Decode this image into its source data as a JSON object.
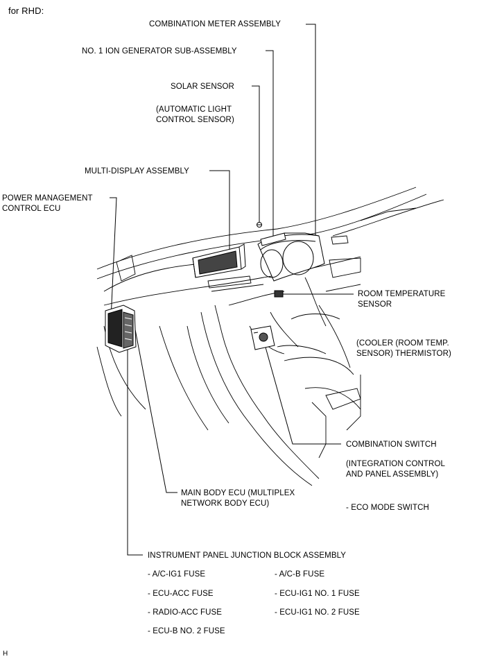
{
  "header": "for RHD:",
  "footer_code": "H",
  "labels": {
    "combination_meter": "COMBINATION METER ASSEMBLY",
    "ion_generator": "NO. 1 ION GENERATOR SUB-ASSEMBLY",
    "solar_sensor": "SOLAR SENSOR",
    "solar_note": [
      "(AUTOMATIC LIGHT",
      "CONTROL SENSOR)"
    ],
    "multi_display": "MULTI-DISPLAY ASSEMBLY",
    "power_mgmt": [
      "POWER MANAGEMENT",
      "CONTROL ECU"
    ],
    "room_temp": [
      "ROOM TEMPERATURE",
      "SENSOR"
    ],
    "cooler_note": [
      "(COOLER (ROOM TEMP.",
      "SENSOR) THERMISTOR)"
    ],
    "combination_switch": "COMBINATION SWITCH",
    "combination_switch_note": [
      "(INTEGRATION CONTROL",
      "AND PANEL ASSEMBLY)"
    ],
    "eco_mode": "- ECO MODE SWITCH",
    "main_body_ecu": [
      "MAIN BODY ECU (MULTIPLEX",
      "NETWORK BODY ECU)"
    ],
    "junction_block": "INSTRUMENT PANEL JUNCTION BLOCK ASSEMBLY",
    "fuses_left": [
      "- A/C-IG1 FUSE",
      "- ECU-ACC FUSE",
      "- RADIO-ACC FUSE",
      "- ECU-B NO. 2 FUSE"
    ],
    "fuses_right": [
      "- A/C-B FUSE",
      "- ECU-IG1 NO. 1 FUSE",
      "- ECU-IG1 NO. 2 FUSE"
    ]
  }
}
